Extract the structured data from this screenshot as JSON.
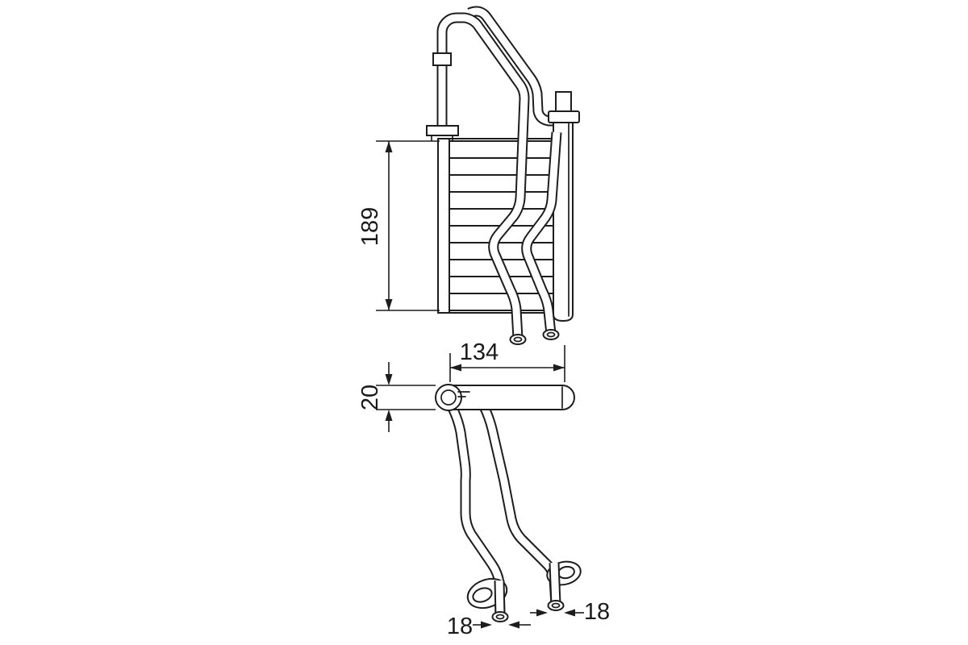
{
  "page": {
    "background": "#ffffff",
    "line_color": "#1d1d1f",
    "text_color": "#1a1a1a"
  },
  "drawing": {
    "type": "technical-line-drawing",
    "subject": "heater-core-with-pipes",
    "views": {
      "front_view": "core with fins, two routed pipes and two lower outlets",
      "side_view": "thin core profile with two long pipes ending in two outlet stubs"
    },
    "dimensions": {
      "core_height": "189",
      "core_width": "134",
      "core_depth": "20",
      "pipe_left_od": "18",
      "pipe_right_od": "18"
    }
  }
}
